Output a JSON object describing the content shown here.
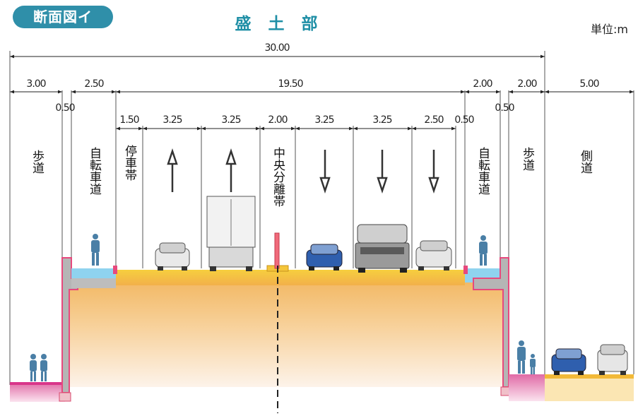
{
  "header": {
    "badge": "断面図イ",
    "title": "盛 土 部",
    "unit": "単位:m"
  },
  "dimensions": {
    "total": "30.00",
    "sidewalk_left": "3.00",
    "edge_left": "0.50",
    "bike_left": "2.50",
    "carriageway": "19.50",
    "stop_lane": "1.50",
    "lane1": "3.25",
    "lane2": "3.25",
    "median": "2.00",
    "lane3": "3.25",
    "lane4": "3.25",
    "lane5": "2.50",
    "edge_mid": "0.50",
    "bike_right": "2.00",
    "edge_right": "0.50",
    "sidewalk_right": "2.00",
    "side_road": "5.00"
  },
  "labels": {
    "sidewalk_left": "歩道",
    "bike_left": "自転車道",
    "stop_lane": "停車帯",
    "median": "中央分離帯",
    "bike_right": "自転車道",
    "sidewalk_right": "歩道",
    "side_road": "側道"
  },
  "colors": {
    "accent": "#2f8fa9",
    "embankment": "#f3c060",
    "pavement": "#f4c53a",
    "bike_lane": "#8fd3ef",
    "pink": "#e86ba0",
    "wall": "#b5b5b5"
  }
}
